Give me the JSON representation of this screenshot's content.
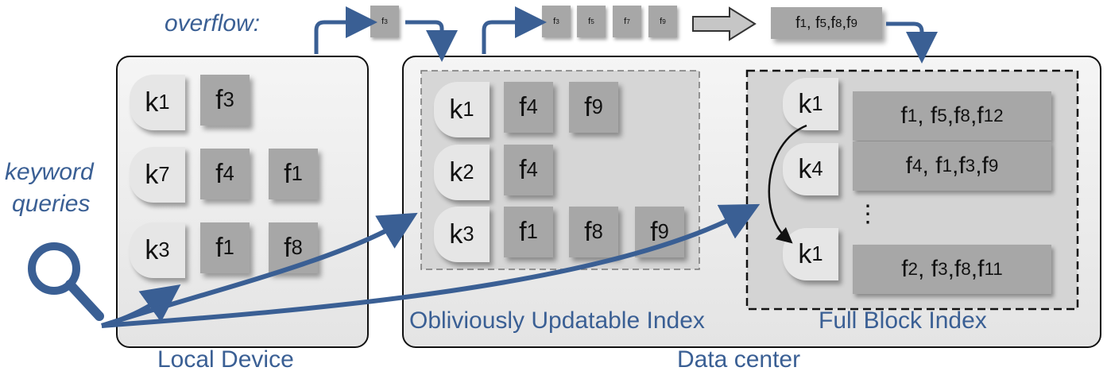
{
  "labels": {
    "overflow": "overflow:",
    "keyword_queries": [
      "keyword",
      "queries"
    ],
    "local_device": "Local Device",
    "data_center": "Data center",
    "oblivious_index": "Obliviously Updatable Index",
    "full_block_index": "Full Block Index"
  },
  "overflow_stream": {
    "single": [
      [
        "f",
        "3"
      ]
    ],
    "batch": [
      [
        [
          "f",
          "3"
        ]
      ],
      [
        [
          "f",
          "5"
        ]
      ],
      [
        [
          "f",
          "7"
        ]
      ],
      [
        [
          "f",
          "9"
        ]
      ]
    ],
    "merged": [
      [
        "f",
        "1"
      ],
      [
        ", f",
        "5"
      ],
      [
        " ,f",
        "8"
      ],
      [
        ",f",
        "9"
      ]
    ]
  },
  "local_device": {
    "rows": [
      {
        "key": [
          "k",
          "1"
        ],
        "files": [
          [
            "f",
            "3"
          ]
        ]
      },
      {
        "key": [
          "k",
          "7"
        ],
        "files": [
          [
            "f",
            "4"
          ],
          [
            "f",
            "1"
          ]
        ]
      },
      {
        "key": [
          "k",
          "3"
        ],
        "files": [
          [
            "f",
            "1"
          ],
          [
            "f",
            "8"
          ]
        ]
      }
    ]
  },
  "oblivious_index": {
    "rows": [
      {
        "key": [
          "k",
          "1"
        ],
        "files": [
          [
            "f",
            "4"
          ],
          [
            "f",
            "9"
          ]
        ]
      },
      {
        "key": [
          "k",
          "2"
        ],
        "files": [
          [
            "f",
            "4"
          ]
        ]
      },
      {
        "key": [
          "k",
          "3"
        ],
        "files": [
          [
            "f",
            "1"
          ],
          [
            "f",
            "8"
          ],
          [
            "f",
            "9"
          ]
        ]
      }
    ]
  },
  "full_block_index": {
    "rows": [
      {
        "key": [
          "k",
          "1"
        ],
        "block": [
          [
            "f",
            "1"
          ],
          [
            ", f",
            "5"
          ],
          [
            " ,f",
            "8"
          ],
          [
            ",f",
            "12"
          ]
        ]
      },
      {
        "key": [
          "k",
          "4"
        ],
        "block": [
          [
            "f",
            "4"
          ],
          [
            ", f",
            "1"
          ],
          [
            " ,f",
            "3"
          ],
          [
            ",f",
            "9"
          ]
        ]
      },
      {
        "key": [
          "k",
          "1"
        ],
        "block": [
          [
            "f",
            "2"
          ],
          [
            ", f",
            "3"
          ],
          [
            " ,f",
            "8"
          ],
          [
            ",f",
            "11"
          ]
        ]
      }
    ],
    "ellipsis": "⋮"
  },
  "colors": {
    "accent": "#3a5f94",
    "panel_fill": "#efefef",
    "index_fill": "#d6d6d6",
    "key_fill": "#e6e6e6",
    "file_fill": "#a7a7a7"
  }
}
